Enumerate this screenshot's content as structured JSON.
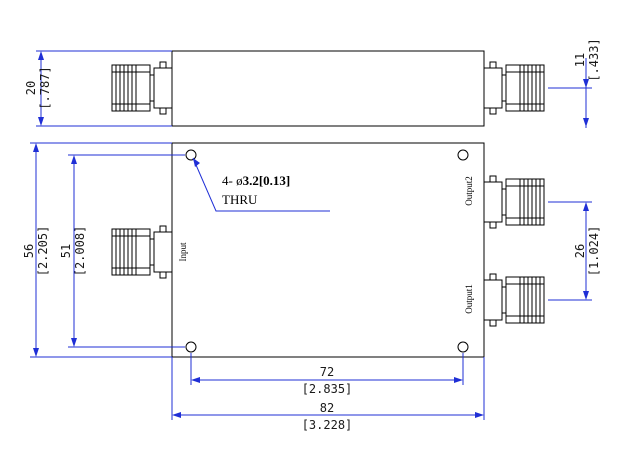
{
  "drawing": {
    "top_view": {
      "height_mm": "20",
      "height_in": "[.787]",
      "conn_mm": "11",
      "conn_in": "[.433]"
    },
    "front_view": {
      "height_mm": "56",
      "height_in": "[2.205]",
      "hole_span_v_mm": "51",
      "hole_span_v_in": "[2.008]",
      "port_span_mm": "26",
      "port_span_in": "[1.024]",
      "hole_span_h_mm": "72",
      "hole_span_h_in": "[2.835]",
      "width_mm": "82",
      "width_in": "[3.228]"
    },
    "hole_note": {
      "count": "4-",
      "diameter_symbol": "ø",
      "diameter": "3.2[0.13]",
      "thru": "THRU"
    },
    "ports": {
      "input": "Input",
      "output1": "Output1",
      "output2": "Output2"
    },
    "colors": {
      "outline": "#000000",
      "dimension": "#1f2fd6"
    }
  }
}
